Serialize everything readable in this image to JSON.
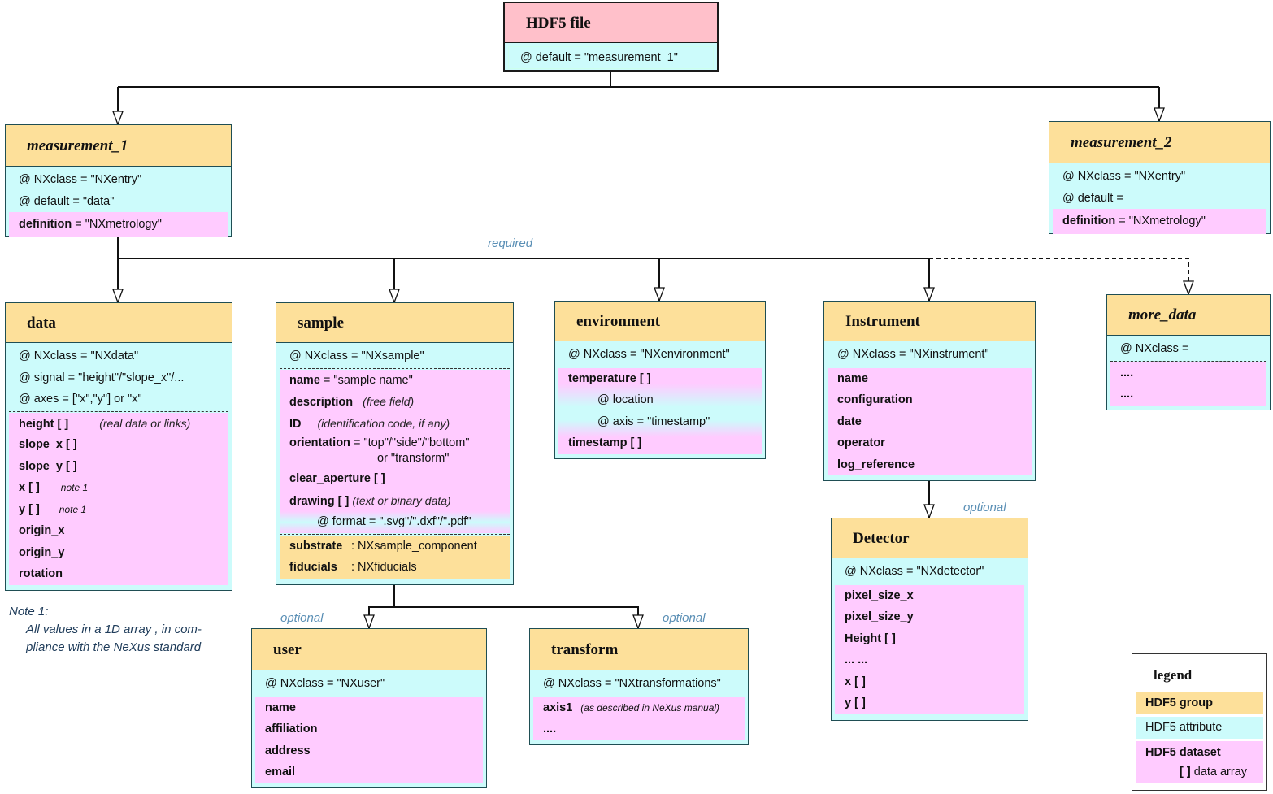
{
  "root": {
    "title": "HDF5 file",
    "attrs": [
      {
        "k": "@ default",
        "v": "= \"measurement_1\""
      }
    ]
  },
  "measurement_1": {
    "title": "measurement_1",
    "attrs": [
      {
        "k": "@ NXclass",
        "v": "= \"NXentry\""
      },
      {
        "k": "@ default",
        "v": "= \"data\""
      }
    ],
    "ds": [
      {
        "k": "definition",
        "v": " = \"NXmetrology\""
      }
    ]
  },
  "measurement_2": {
    "title": "measurement_2",
    "attrs": [
      {
        "k": "@ NXclass",
        "v": "= \"NXentry\""
      },
      {
        "k": "@ default",
        "v": "="
      }
    ],
    "ds": [
      {
        "k": "definition",
        "v": " = \"NXmetrology\""
      }
    ]
  },
  "labels": {
    "required": "required",
    "optional_detector": "optional",
    "optional_user": "optional",
    "optional_transform": "optional"
  },
  "data": {
    "title": "data",
    "attrs": [
      {
        "k": "@ NXclass",
        "v": "= \"NXdata\""
      },
      {
        "k": "@ signal",
        "v": "= \"height\"/\"slope_x\"/..."
      },
      {
        "k": "@ axes",
        "v": "= [\"x\",\"y\"] or \"x\""
      }
    ],
    "ds": [
      {
        "k": "height [ ]",
        "n": "(real data or links)"
      },
      {
        "k": "slope_x [ ]",
        "n": ""
      },
      {
        "k": "slope_y [ ]",
        "n": ""
      },
      {
        "k": "x  [ ]",
        "s": "note 1"
      },
      {
        "k": "y  [ ]",
        "s": "note 1"
      },
      {
        "k": "origin_x",
        "n": ""
      },
      {
        "k": "origin_y",
        "n": ""
      },
      {
        "k": "rotation",
        "n": ""
      }
    ]
  },
  "sample": {
    "title": "sample",
    "attrs": [
      {
        "k": "@ NXclass",
        "v": "= \"NXsample\""
      }
    ],
    "ds": [
      {
        "k": "name",
        "v": " = \"sample name\""
      },
      {
        "k": "description",
        "n": "(free field)"
      },
      {
        "k": "ID",
        "n": "(identification code, if any)"
      },
      {
        "k": "orientation",
        "v": " = \"top\"/\"side\"/\"bottom\""
      },
      {
        "k": "",
        "v": "or \"transform\""
      },
      {
        "k": "clear_aperture [ ]",
        "n": ""
      },
      {
        "k": "drawing  [ ]",
        "n": "(text or binary data)"
      }
    ],
    "format_attr": {
      "k": "@ format",
      "v": "= \".svg\"/\".dxf\"/\".pdf\""
    },
    "groups": [
      {
        "k": "substrate",
        "v": ": NXsample_component"
      },
      {
        "k": "fiducials",
        "v": ": NXfiducials"
      }
    ]
  },
  "environment": {
    "title": "environment",
    "attrs": [
      {
        "k": "@ NXclass",
        "v": "= \"NXenvironment\""
      }
    ],
    "temperature": "temperature  [ ]",
    "sub_attrs": [
      {
        "k": "@ location",
        "v": ""
      },
      {
        "k": "@ axis",
        "v": "= \"timestamp\""
      }
    ],
    "timestamp": "timestamp  [ ]"
  },
  "instrument": {
    "title": "Instrument",
    "attrs": [
      {
        "k": "@ NXclass",
        "v": "= \"NXinstrument\""
      }
    ],
    "ds": [
      "name",
      "configuration",
      "date",
      "operator",
      "log_reference"
    ]
  },
  "more_data": {
    "title": "more_data",
    "attrs": [
      {
        "k": "@ NXclass",
        "v": "="
      }
    ],
    "ds": [
      "....",
      "...."
    ]
  },
  "detector": {
    "title": "Detector",
    "attrs": [
      {
        "k": "@ NXclass",
        "v": "= \"NXdetector\""
      }
    ],
    "ds": [
      "pixel_size_x",
      "pixel_size_y",
      "Height  [ ]",
      "... ...",
      "x  [ ]",
      "y  [ ]"
    ]
  },
  "user": {
    "title": "user",
    "attrs": [
      {
        "k": "@ NXclass",
        "v": "= \"NXuser\""
      }
    ],
    "ds": [
      "name",
      "affiliation",
      "address",
      "email"
    ]
  },
  "transform": {
    "title": "transform",
    "attrs": [
      {
        "k": "@ NXclass",
        "v": "= \"NXtransformations\""
      }
    ],
    "ds": [
      {
        "k": "axis1",
        "s": "(as described in NeXus manual)"
      },
      {
        "k": "....",
        "s": ""
      }
    ]
  },
  "footnote": {
    "title": "Note 1:",
    "line1": "All values in a 1D array , in com-",
    "line2": "pliance with the NeXus standard"
  },
  "legend": {
    "title": "legend",
    "group": "HDF5 group",
    "attribute": "HDF5 attribute",
    "dataset": "HDF5 dataset",
    "array_mark": "[ ]",
    "array_text": "data array"
  },
  "colors": {
    "group": "#fde09a",
    "attribute": "#ccfbfb",
    "dataset": "#ffcbff",
    "root_head": "#ffc0ca",
    "label": "#5a8fb5"
  }
}
